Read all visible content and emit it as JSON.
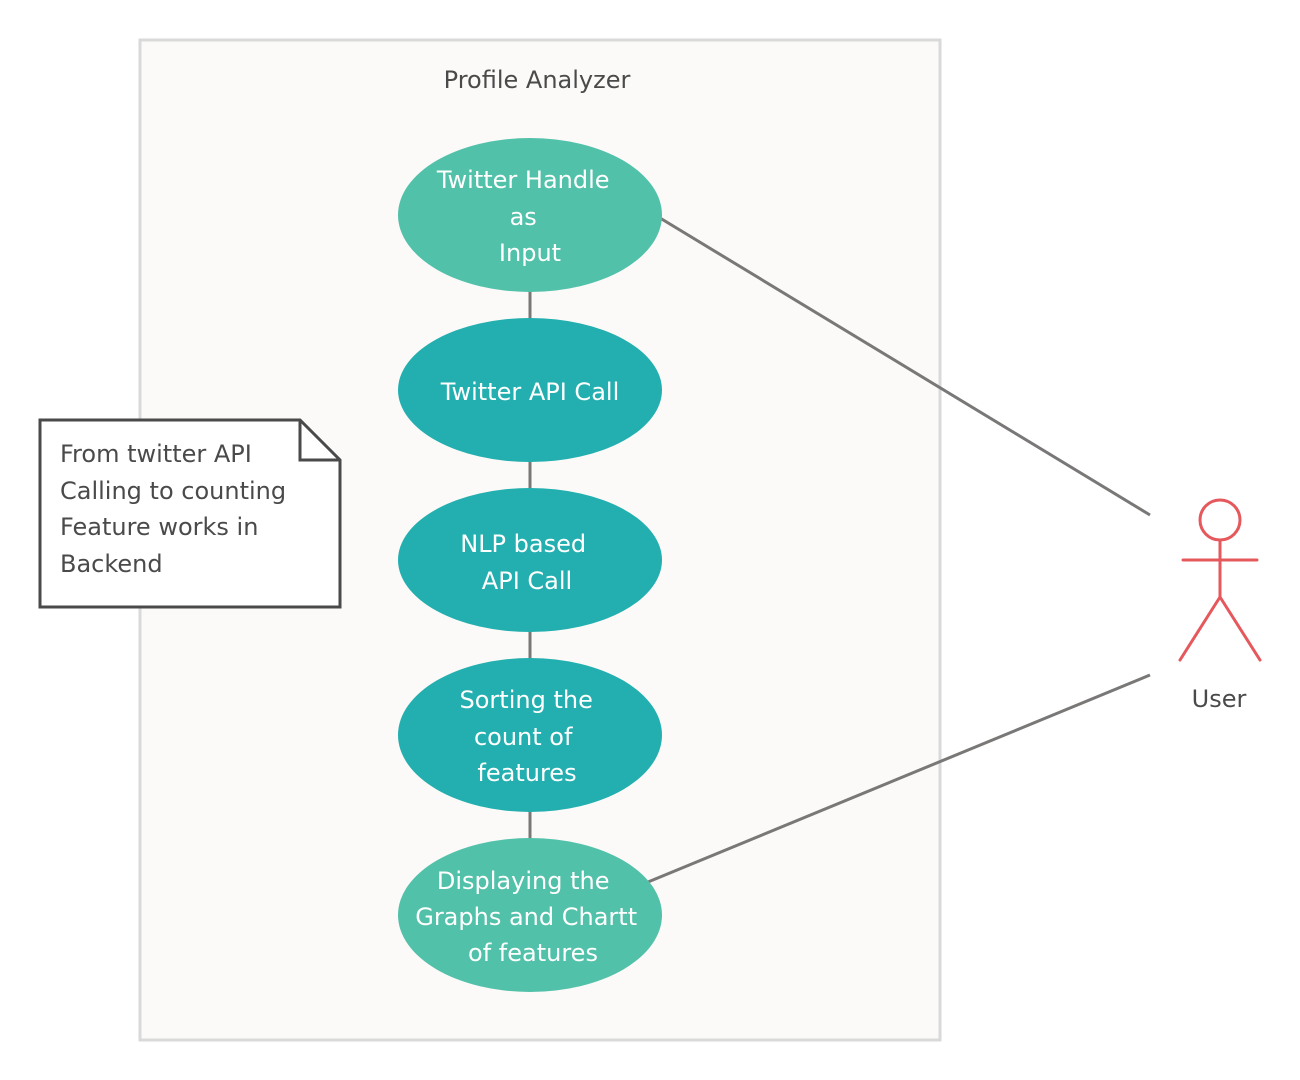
{
  "system": {
    "title": "Profile Analyzer"
  },
  "use_cases": [
    {
      "lines": [
        "Twitter Handle",
        "as",
        "Input"
      ]
    },
    {
      "lines": [
        "Twitter API Call"
      ]
    },
    {
      "lines": [
        "NLP based",
        "API Call"
      ]
    },
    {
      "lines": [
        "Sorting the",
        "count of",
        "features"
      ]
    },
    {
      "lines": [
        "Displaying the",
        "Graphs and Chartt",
        "of features"
      ]
    }
  ],
  "note": {
    "lines": [
      "From twitter API",
      "Calling to counting",
      "Feature works in",
      "Backend"
    ]
  },
  "actor": {
    "label": "User"
  },
  "colors": {
    "light_teal": "#52c1a9",
    "dark_teal": "#23afaf",
    "line": "#7a7877",
    "actor": "#e5585c",
    "boundary_fill": "#fbfaf8",
    "boundary_stroke": "#d9d9d9",
    "note_stroke": "#4a4a4a"
  }
}
